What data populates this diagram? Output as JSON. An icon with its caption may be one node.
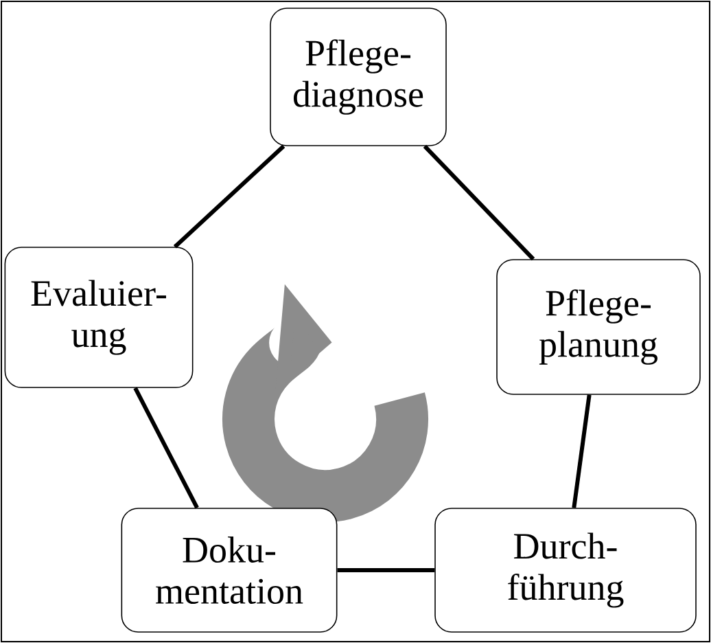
{
  "diagram": {
    "nodes": [
      {
        "text": [
          "Pflege- diagnose"
        ]
      },
      {
        "text": [
          "Pflege- planung"
        ]
      },
      {
        "text": [
          "Durch- führung"
        ]
      },
      {
        "text": [
          "Doku- mentation"
        ]
      },
      {
        "text": [
          "Evaluier- ung"
        ]
      }
    ],
    "edges": [
      {
        "from": 0,
        "to": 1,
        "arrow": "none"
      },
      {
        "from": 1,
        "to": 2,
        "arrow": "none"
      },
      {
        "from": 2,
        "to": 3,
        "arrow": "none"
      },
      {
        "from": 3,
        "to": 4,
        "arrow": "none"
      },
      {
        "from": 4,
        "to": 0,
        "arrow": "none"
      }
    ]
  }
}
